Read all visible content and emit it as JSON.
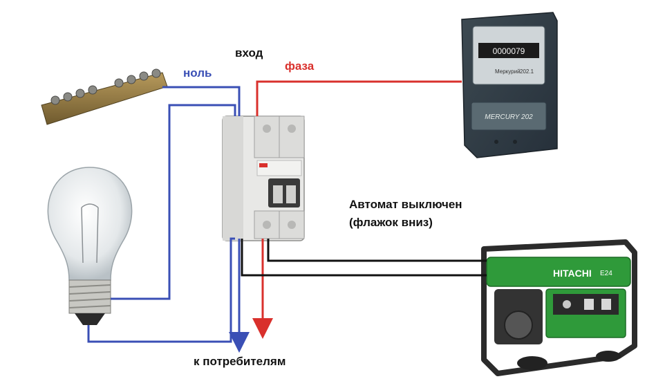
{
  "labels": {
    "input": "вход",
    "neutral": "ноль",
    "phase": "фаза",
    "breaker_state_line1": "Автомат выключен",
    "breaker_state_line2": "(флажок вниз)",
    "to_consumers": "к потребителям"
  },
  "meter": {
    "brand": "Меркурий",
    "model": "202.1",
    "logo_text": "MERCURY 202",
    "counter": "0000079"
  },
  "generator": {
    "brand": "HITACHI",
    "model": "E24"
  },
  "colors": {
    "neutral_wire": "#3a4fb5",
    "phase_wire": "#d9302c",
    "generator_wire": "#111111",
    "generator_body": "#2f9a3a",
    "meter_body": "#4b5a63"
  }
}
